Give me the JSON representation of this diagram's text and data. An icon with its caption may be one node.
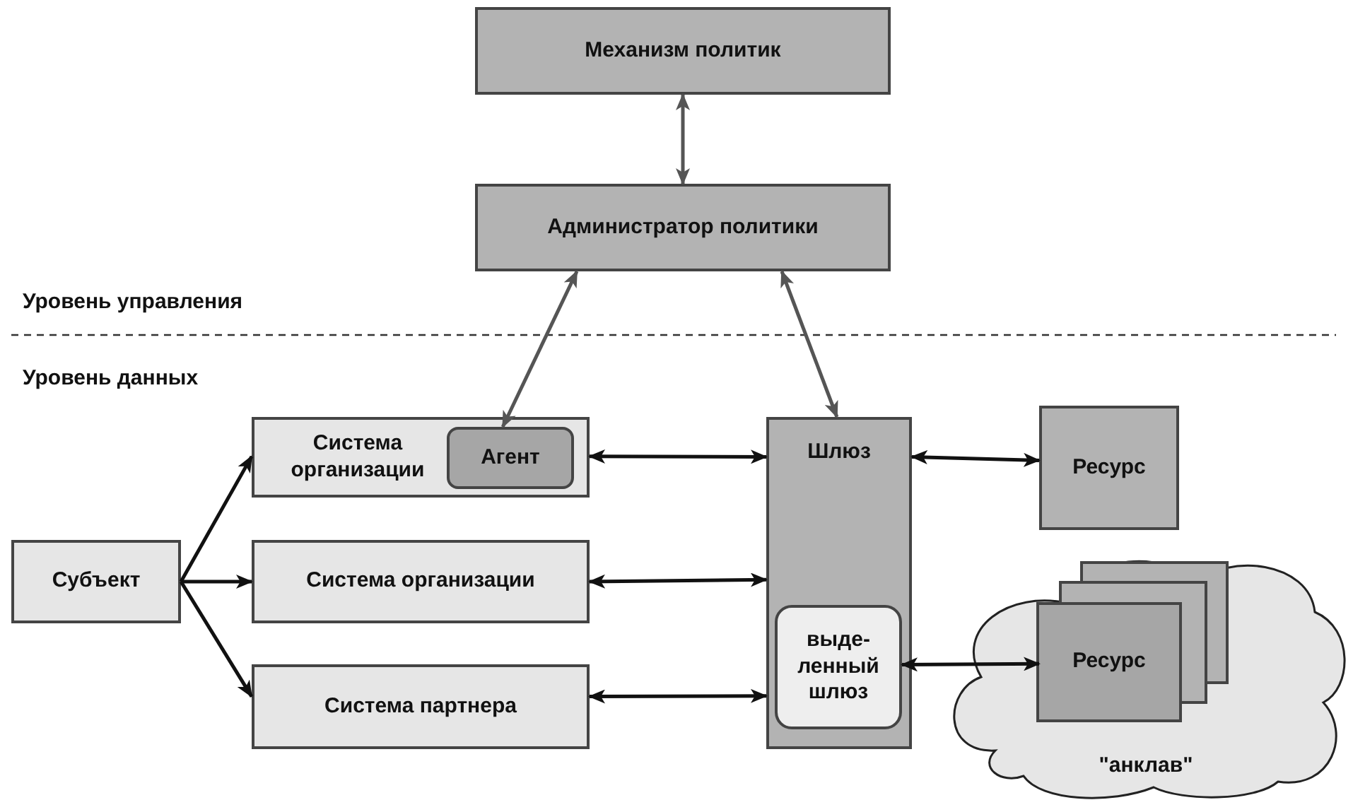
{
  "diagram": {
    "nodes": [
      {
        "text": [
          "Механизм политик"
        ]
      },
      {
        "text": [
          "Администратор политики"
        ]
      },
      {
        "text": [
          "Система организации"
        ]
      },
      {
        "text": [
          "Агент"
        ],
        "in": 2
      },
      {
        "text": [
          "Субъект"
        ]
      },
      {
        "text": [
          "Система организации"
        ]
      },
      {
        "text": [
          "Система партнера"
        ]
      },
      {
        "text": [
          "Шлюз"
        ]
      },
      {
        "text": [
          "выде- ленный шлюз"
        ],
        "in": 7
      },
      {
        "text": [
          "Ресурс"
        ]
      },
      {
        "text": [
          "\"анклав\""
        ]
      },
      {
        "text": [
          "Ресурс"
        ],
        "in": 10
      }
    ],
    "edges": [
      {
        "from": 0,
        "to": 1,
        "arrow": "both",
        "color": "#555555"
      },
      {
        "from": 1,
        "to": 3,
        "arrow": "both",
        "color": "#555555"
      },
      {
        "from": 1,
        "to": 7,
        "arrow": "both",
        "color": "#555555"
      },
      {
        "from": 4,
        "to": 2,
        "arrow": "to"
      },
      {
        "from": 4,
        "to": 5,
        "arrow": "to"
      },
      {
        "from": 4,
        "to": 6,
        "arrow": "to"
      },
      {
        "from": 2,
        "to": 7,
        "arrow": "both"
      },
      {
        "from": 5,
        "to": 7,
        "arrow": "both"
      },
      {
        "from": 6,
        "to": 7,
        "arrow": "both"
      },
      {
        "from": 7,
        "to": 9,
        "arrow": "both"
      },
      {
        "from": 8,
        "to": 11,
        "arrow": "both"
      }
    ],
    "labels": [
      "Уровень управления",
      "Уровень данных"
    ]
  }
}
